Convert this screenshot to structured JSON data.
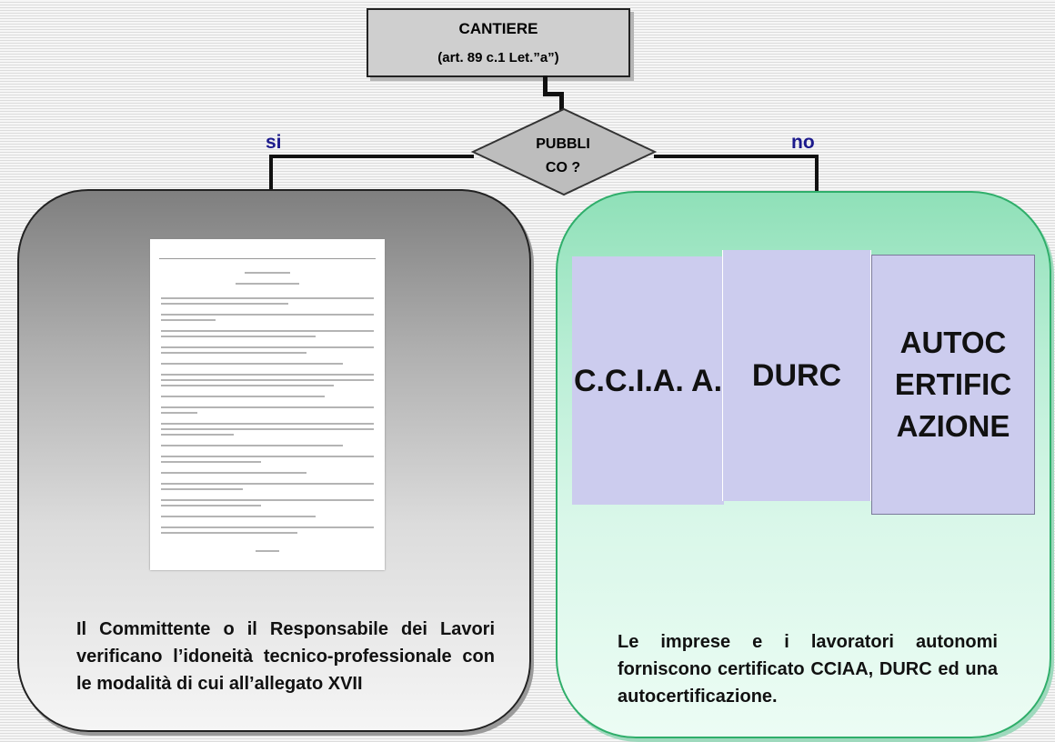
{
  "top_box": {
    "title": "CANTIERE",
    "subtitle": "(art. 89 c.1 Let.”a”)"
  },
  "decision": {
    "text": "PUBBLI CO ?",
    "line1": "PUBBLI",
    "line2": "CO ?"
  },
  "branches": {
    "yes": "si",
    "no": "no"
  },
  "left_panel": {
    "document_image": "allegato-xvii-document-thumbnail",
    "text": "Il Committente o il Responsabile dei Lavori verificano l’idoneità tecnico-professionale con le modalità di cui all’allegato XVII"
  },
  "right_panel": {
    "boxes": [
      {
        "label": "C.C.I.A. A."
      },
      {
        "label": "DURC"
      },
      {
        "label": "AUTOC ERTIFIC AZIONE"
      }
    ],
    "text": "Le imprese  e i lavoratori autonomi forniscono certificato CCIAA, DURC ed una autocertificazione."
  },
  "colors": {
    "branch_label": "#1c1a8c",
    "box_fill": "#ccccee",
    "left_panel_top": "#7f7f7f",
    "right_panel_top": "#8fe0b8",
    "right_panel_border": "#2fae6a"
  }
}
